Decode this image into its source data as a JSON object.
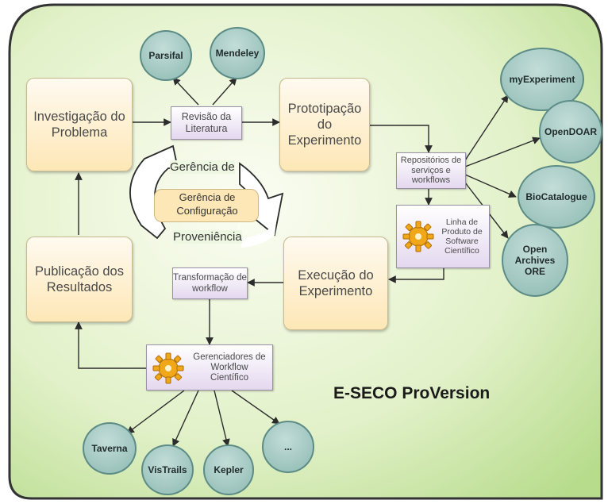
{
  "title": "E-SECO ProVersion",
  "stages": {
    "investigation": "Investigação do Problema",
    "prototyping": "Prototipação do Experimento",
    "execution": "Execução do Experimento",
    "publication": "Publicação dos Resultados"
  },
  "processes": {
    "literature_review": "Revisão da Literatura",
    "repositories": "Repositórios de serviços e workflows",
    "product_line": "Linha de Produto de Software Científico",
    "workflow_transform": "Transformação de workflow",
    "workflow_managers": "Gerenciadores de Workflow Científico"
  },
  "cycle": {
    "management": "Gerência de",
    "configuration": "Gerência de Configuração",
    "provenance": "Proveniência"
  },
  "literature_tools": [
    "Parsifal",
    "Mendeley"
  ],
  "repository_tools": [
    "myExperiment",
    "OpenDOAR",
    "BioCatalogue",
    "Open Archives ORE"
  ],
  "workflow_tools": [
    "Taverna",
    "VisTrails",
    "Kepler",
    "..."
  ],
  "colors": {
    "panel": "#d4ecb4",
    "stage": "#fde7b6",
    "process": "#e4d8ef",
    "tool": "#8db9b2",
    "gear": "#f0a818"
  }
}
